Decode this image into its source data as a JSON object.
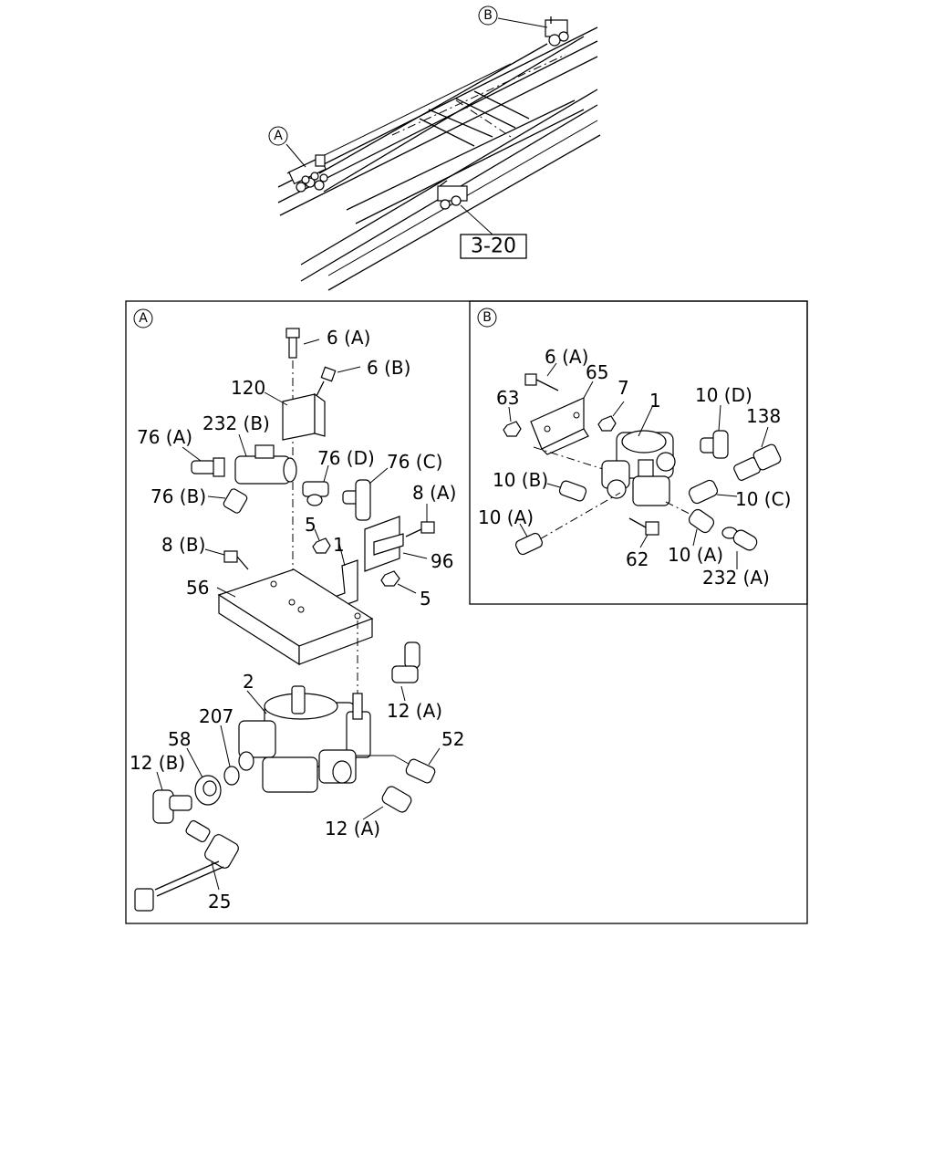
{
  "overview": {
    "marker_a": "A",
    "marker_b": "B",
    "ref_box": "3-20"
  },
  "detail_a": {
    "marker": "A",
    "labels": {
      "l_6a": "6 (A)",
      "l_6b": "6 (B)",
      "l_120": "120",
      "l_232b": "232 (B)",
      "l_76a": "76 (A)",
      "l_76d": "76 (D)",
      "l_76c": "76 (C)",
      "l_76b": "76 (B)",
      "l_8a": "8 (A)",
      "l_5a": "5",
      "l_1": "1",
      "l_96": "96",
      "l_8b": "8 (B)",
      "l_56": "56",
      "l_5b": "5",
      "l_2": "2",
      "l_12a_top": "12 (A)",
      "l_207": "207",
      "l_58": "58",
      "l_52": "52",
      "l_12b": "12 (B)",
      "l_12a_bot": "12 (A)",
      "l_25": "25"
    }
  },
  "detail_b": {
    "marker": "B",
    "labels": {
      "l_6a": "6 (A)",
      "l_65": "65",
      "l_63": "63",
      "l_7": "7",
      "l_1": "1",
      "l_10d": "10 (D)",
      "l_138": "138",
      "l_10b": "10 (B)",
      "l_10c": "10 (C)",
      "l_10a_left": "10 (A)",
      "l_62": "62",
      "l_10a_right": "10 (A)",
      "l_232a": "232 (A)"
    }
  }
}
